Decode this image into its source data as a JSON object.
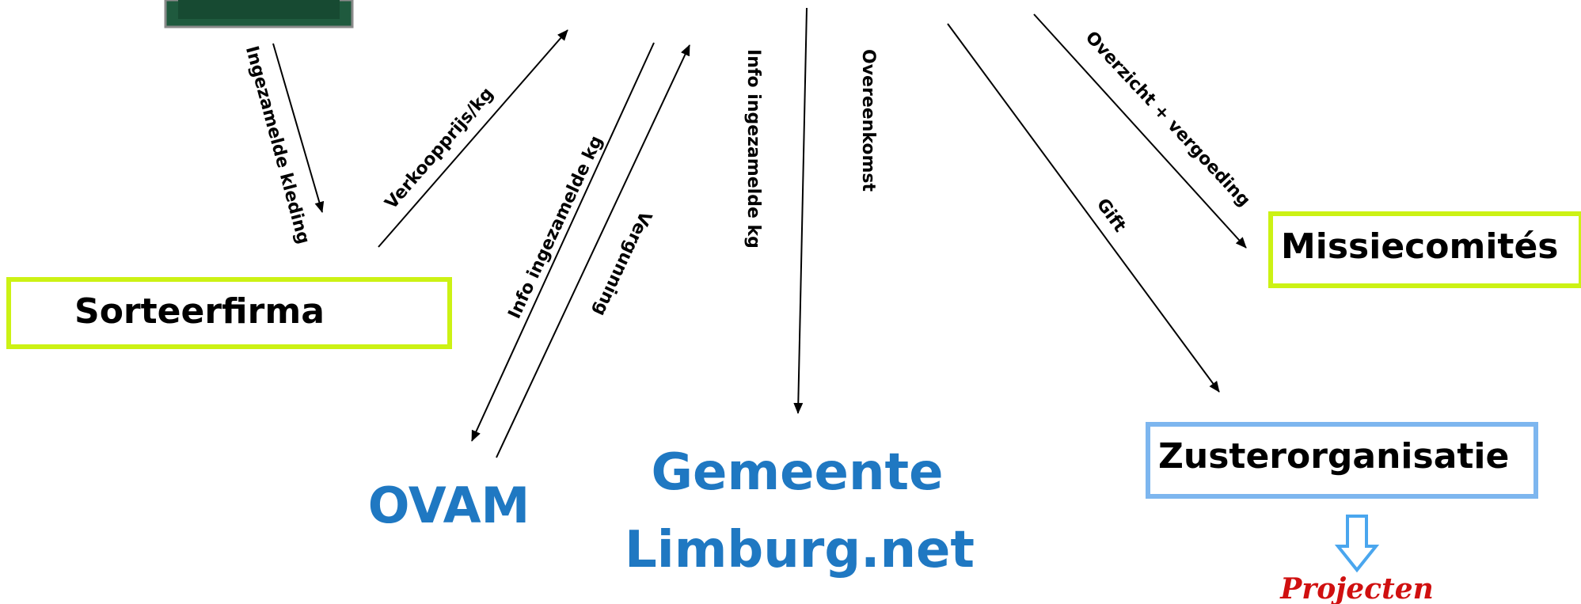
{
  "nodes": {
    "sorteerfirma": {
      "label": "Sorteerfirma"
    },
    "missiecomites": {
      "label": "Missiecomités"
    },
    "zusterorganisatie": {
      "label": "Zusterorganisatie"
    },
    "ovam": {
      "label": "OVAM"
    },
    "gemeente_line1": {
      "label": "Gemeente"
    },
    "gemeente_line2": {
      "label": "Limburg.net"
    },
    "projecten": {
      "label": "Projecten"
    }
  },
  "edges": {
    "ingezamelde_kleding": "Ingezamelde kleding",
    "verkoopprijs": "Verkoopprijs/kg",
    "info_kg_ovam": "Info ingezamelde kg",
    "vergunning": "Vergunning",
    "info_kg_gemeente": "Info ingezamelde kg",
    "overeenkomst": "Overeenkomst",
    "gift": "Gift",
    "overzicht": "Overzicht + vergoeding"
  },
  "colors": {
    "green_border": "#ccf214",
    "blue_border": "#7db6ef",
    "blue_text": "#1f78c2",
    "red_text": "#d01010",
    "container": "#1f5a3e"
  }
}
